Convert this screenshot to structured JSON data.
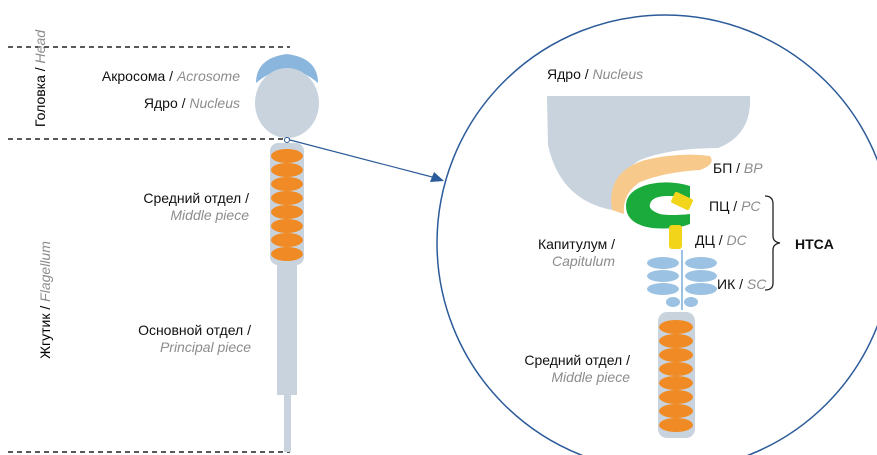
{
  "diagram": {
    "sections": {
      "head": {
        "ru": "Головка /",
        "en": "Head"
      },
      "flagellum": {
        "ru": "Жгутик /",
        "en": "Flagellum"
      }
    },
    "labels": {
      "acrosome": {
        "ru": "Акросома",
        "sep": " / ",
        "en": "Acrosome"
      },
      "nucleus": {
        "ru": "Ядро",
        "sep": " / ",
        "en": "Nucleus"
      },
      "middle_piece": {
        "ru": "Средний отдел /",
        "en": "Middle piece"
      },
      "principal_piece": {
        "ru": "Основной отдел /",
        "en": "Principal piece"
      }
    },
    "zoom": {
      "nucleus": {
        "ru": "Ядро",
        "sep": " / ",
        "en": "Nucleus"
      },
      "bp": {
        "ru": "БП",
        "sep": " / ",
        "en": "BP"
      },
      "pc": {
        "ru": "ПЦ",
        "sep": " / ",
        "en": "PC"
      },
      "dc": {
        "ru": "ДЦ",
        "sep": " / ",
        "en": "DC"
      },
      "sc": {
        "ru": "ИК",
        "sep": " / ",
        "en": "SC"
      },
      "capitulum": {
        "ru": "Капитулум /",
        "en": "Capitulum"
      },
      "htca": "HTCA",
      "middle_piece": {
        "ru": "Средний отдел /",
        "en": "Middle piece"
      }
    },
    "colors": {
      "acrosome": "#8ab6dd",
      "head": "#c8d3de",
      "mitochondria": "#f08a24",
      "basal_plate": "#f7c98a",
      "capitulum": "#1aab3c",
      "centriole": "#f2d51b",
      "segmented_column": "#9cc2e3",
      "circle_outline": "#2c5b9a"
    }
  }
}
